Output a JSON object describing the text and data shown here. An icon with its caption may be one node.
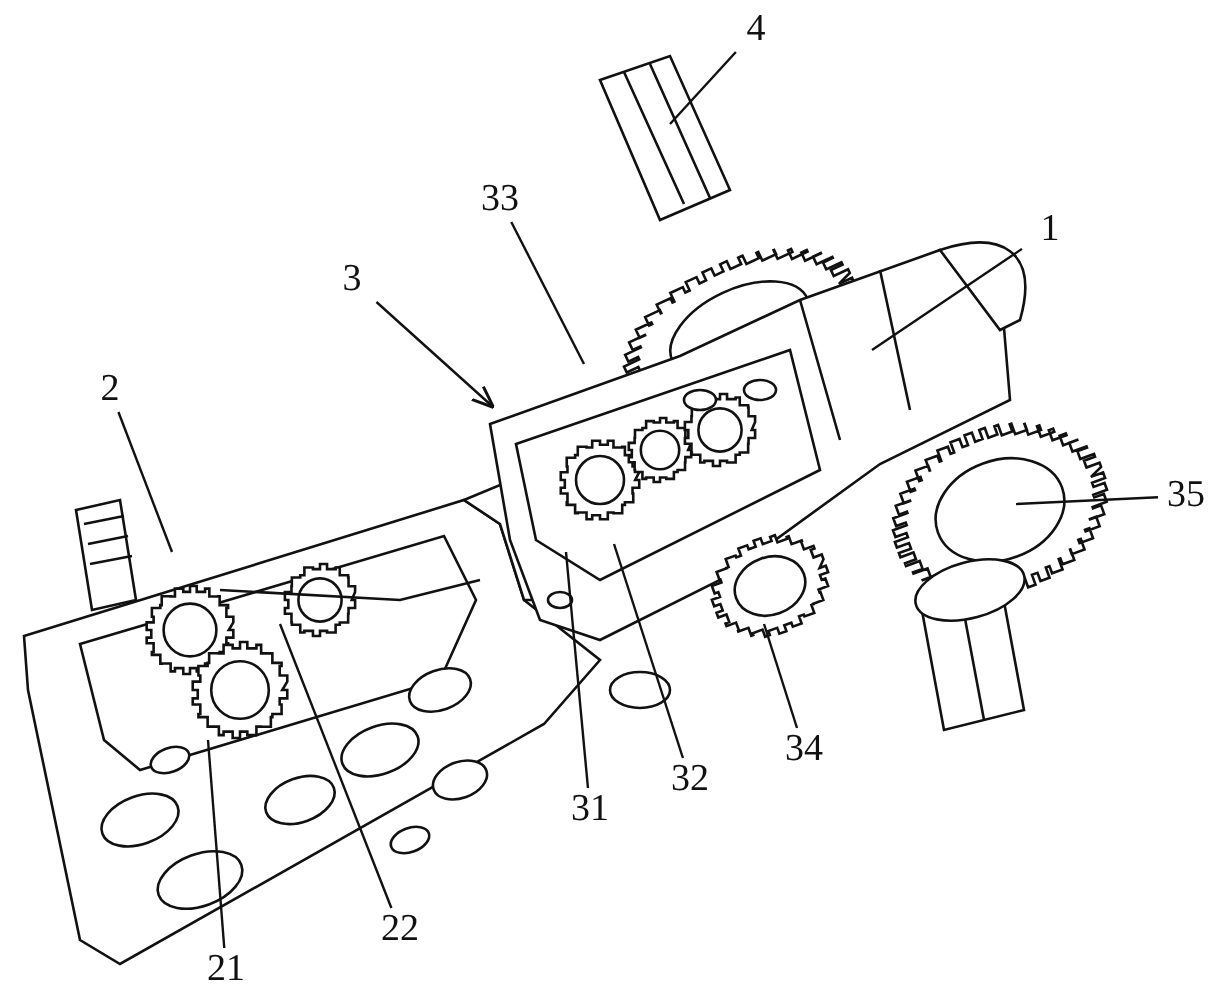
{
  "diagram": {
    "nodes": [
      {
        "text": [
          "4"
        ]
      },
      {
        "text": [
          "33"
        ]
      },
      {
        "text": [
          "1"
        ]
      },
      {
        "text": [
          "3"
        ]
      },
      {
        "text": [
          "2"
        ]
      },
      {
        "text": [
          "35"
        ]
      },
      {
        "text": [
          "34"
        ]
      },
      {
        "text": [
          "32"
        ]
      },
      {
        "text": [
          "31"
        ]
      },
      {
        "text": [
          "22"
        ]
      },
      {
        "text": [
          "21"
        ]
      }
    ],
    "edges": [
      {
        "from": 0,
        "to": null,
        "arrow": "none"
      },
      {
        "from": 1,
        "to": null,
        "arrow": "none"
      },
      {
        "from": 2,
        "to": null,
        "arrow": "none"
      },
      {
        "from": 3,
        "to": null,
        "arrow": "to"
      },
      {
        "from": 4,
        "to": null,
        "arrow": "none"
      },
      {
        "from": 5,
        "to": null,
        "arrow": "none"
      },
      {
        "from": 6,
        "to": null,
        "arrow": "none"
      },
      {
        "from": 7,
        "to": null,
        "arrow": "none"
      },
      {
        "from": 8,
        "to": null,
        "arrow": "none"
      },
      {
        "from": 9,
        "to": null,
        "arrow": "none"
      },
      {
        "from": 10,
        "to": null,
        "arrow": "none"
      }
    ]
  }
}
